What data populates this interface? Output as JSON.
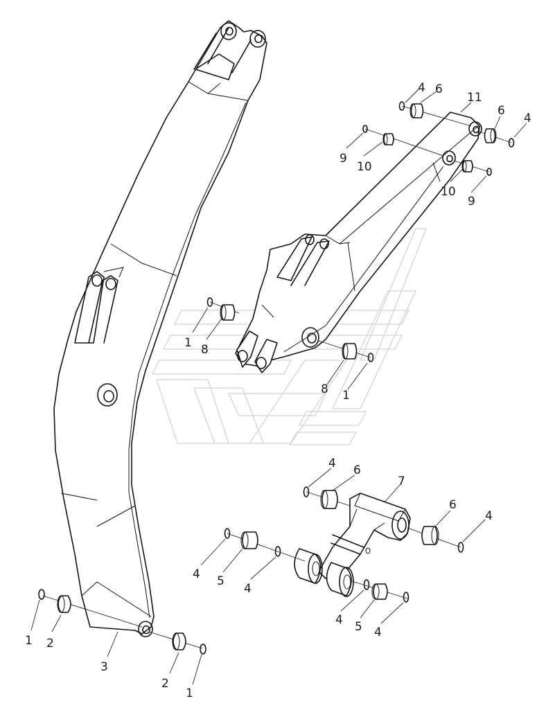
{
  "diagram": {
    "colors": {
      "line": "#111111",
      "watermark": "#d3d3d3",
      "background": "#ffffff"
    },
    "callouts": [
      {
        "id": "c1a",
        "label": "1"
      },
      {
        "id": "c2a",
        "label": "2"
      },
      {
        "id": "c3",
        "label": "3"
      },
      {
        "id": "c2b",
        "label": "2"
      },
      {
        "id": "c1b",
        "label": "1"
      },
      {
        "id": "c4a",
        "label": "4"
      },
      {
        "id": "c6a",
        "label": "6"
      },
      {
        "id": "c11",
        "label": "11"
      },
      {
        "id": "c6b",
        "label": "6"
      },
      {
        "id": "c4b",
        "label": "4"
      },
      {
        "id": "c9a",
        "label": "9"
      },
      {
        "id": "c10a",
        "label": "10"
      },
      {
        "id": "c10b",
        "label": "10"
      },
      {
        "id": "c9b",
        "label": "9"
      },
      {
        "id": "c1c",
        "label": "1"
      },
      {
        "id": "c8a",
        "label": "8"
      },
      {
        "id": "c8b",
        "label": "8"
      },
      {
        "id": "c1d",
        "label": "1"
      },
      {
        "id": "c4c",
        "label": "4"
      },
      {
        "id": "c6c",
        "label": "6"
      },
      {
        "id": "c7",
        "label": "7"
      },
      {
        "id": "c6d",
        "label": "6"
      },
      {
        "id": "c4d",
        "label": "4"
      },
      {
        "id": "c4e",
        "label": "4"
      },
      {
        "id": "c5a",
        "label": "5"
      },
      {
        "id": "c4f",
        "label": "4"
      },
      {
        "id": "c4g",
        "label": "4"
      },
      {
        "id": "c5b",
        "label": "5"
      },
      {
        "id": "c4h",
        "label": "4"
      }
    ]
  }
}
